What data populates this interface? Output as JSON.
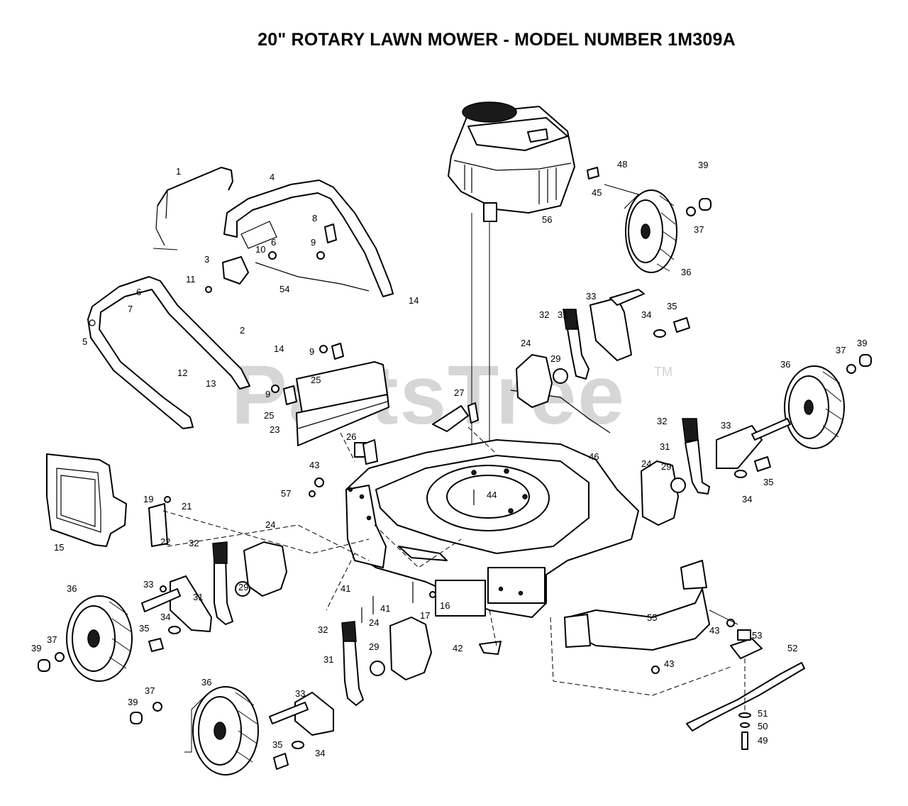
{
  "title": "20\" ROTARY LAWN MOWER - MODEL NUMBER 1M309A",
  "watermark": "PartsTree",
  "watermark_tm": "TM",
  "line_color": "#000000",
  "background_color": "#ffffff",
  "watermark_color": "#d0d0d0",
  "callouts": [
    "1",
    "2",
    "3",
    "4",
    "5",
    "6",
    "6",
    "7",
    "8",
    "9",
    "9",
    "9",
    "10",
    "11",
    "12",
    "13",
    "14",
    "14",
    "15",
    "16",
    "17",
    "19",
    "21",
    "22",
    "23",
    "24",
    "24",
    "24",
    "24",
    "25",
    "25",
    "26",
    "27",
    "29",
    "29",
    "29",
    "29",
    "31",
    "31",
    "31",
    "31",
    "32",
    "32",
    "32",
    "32",
    "33",
    "33",
    "33",
    "33",
    "34",
    "34",
    "34",
    "34",
    "35",
    "35",
    "35",
    "35",
    "36",
    "36",
    "36",
    "36",
    "37",
    "37",
    "37",
    "37",
    "39",
    "39",
    "39",
    "39",
    "41",
    "41",
    "42",
    "43",
    "43",
    "43",
    "44",
    "45",
    "46",
    "48",
    "49",
    "50",
    "51",
    "52",
    "53",
    "54",
    "55",
    "56",
    "57"
  ]
}
